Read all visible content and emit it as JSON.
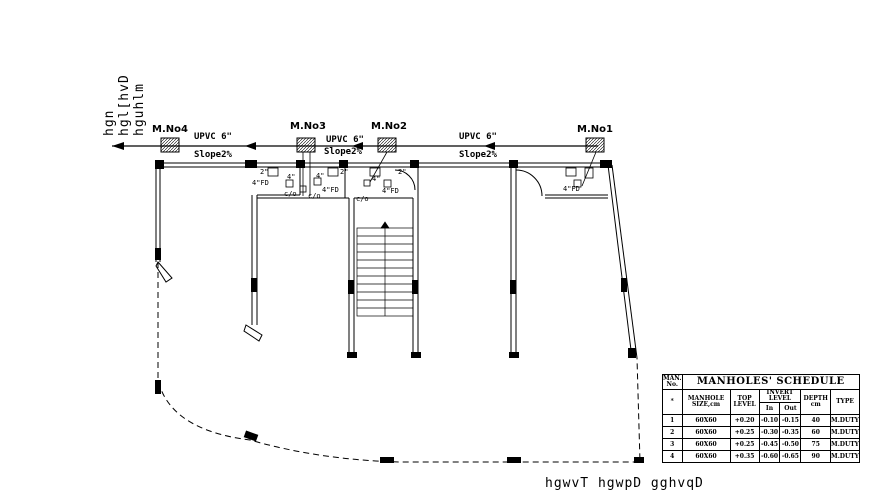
{
  "left_vertical_label": "hgn hgl[hvD hguhlm",
  "bottom_label": "hgwvT hgwpD gghvqD",
  "manholes": {
    "m1": "M.No1",
    "m2": "M.No2",
    "m3": "M.No3",
    "m4": "M.No4"
  },
  "pipes": {
    "p1": {
      "size": "UPVC 6\"",
      "slope": "Slope2%"
    },
    "p2": {
      "size": "UPVC 6\"",
      "slope": "Slope2%"
    },
    "p3": {
      "size": "UPVC 6\"",
      "slope": "Slope2%"
    }
  },
  "fixture_labels": {
    "fd_a": "4\"FD",
    "fd_b": "4\"FD",
    "fd_c": "4\"FD",
    "fd_d": "4\"FD",
    "two_a": "2\"",
    "two_b": "2\"",
    "two_c": "2\"",
    "four_a": "4\"",
    "four_b": "4\"",
    "four_c": "4\"",
    "co_a": "c/o",
    "co_b": "c/o",
    "co_c": "c/o"
  },
  "schedule": {
    "title": "MANHOLES' SCHEDULE",
    "col_man": "MAN. No.",
    "col_size": "MANHOLE SIZE,cm",
    "col_top": "TOP LEVEL",
    "col_invert": "INVERT LEVEL",
    "col_in": "In",
    "col_out": "Out",
    "col_depth": "DEPTH cm",
    "col_type": "TYPE",
    "num_symbol": "*",
    "rows": [
      {
        "no": "1",
        "size": "60X60",
        "top": "+0.20",
        "in": "-0.10",
        "out": "-0.15",
        "depth": "40",
        "type": "M.DUTY"
      },
      {
        "no": "2",
        "size": "60X60",
        "top": "+0.25",
        "in": "-0.30",
        "out": "-0.35",
        "depth": "60",
        "type": "M.DUTY"
      },
      {
        "no": "3",
        "size": "60X60",
        "top": "+0.25",
        "in": "-0.45",
        "out": "-0.50",
        "depth": "75",
        "type": "M.DUTY"
      },
      {
        "no": "4",
        "size": "60X60",
        "top": "+0.35",
        "in": "-0.60",
        "out": "-0.65",
        "depth": "90",
        "type": "M.DUTY"
      }
    ]
  }
}
